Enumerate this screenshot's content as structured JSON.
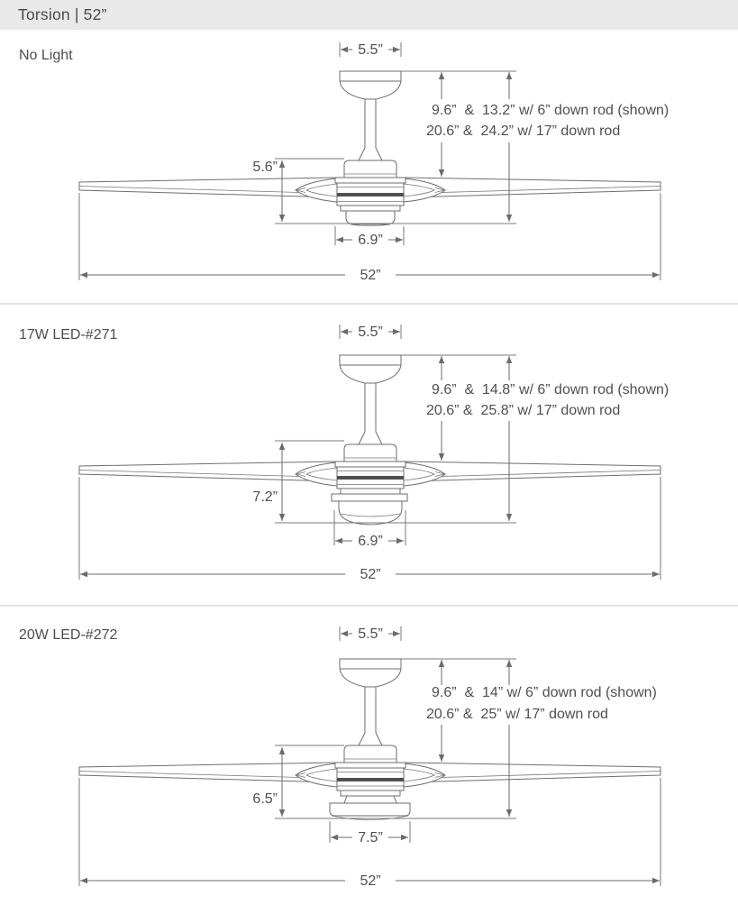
{
  "header": {
    "title": "Torsion | 52”"
  },
  "colors": {
    "header_bg": "#e9e9e9",
    "separator": "#e3e3e3",
    "line": "#6e6e6e",
    "text": "#4f4f4f",
    "background": "#ffffff"
  },
  "sections": [
    {
      "label": "No Light",
      "canopy_width": "5.5”",
      "note_line1": "9.6”  &  13.2” w/ 6” down rod (shown)",
      "note_line2": "20.6” &  24.2” w/ 17” down rod",
      "assembly_height": "5.6”",
      "hub_width": "6.9”",
      "blade_span": "52”"
    },
    {
      "label": "17W LED-#271",
      "canopy_width": "5.5”",
      "note_line1": "9.6”  &  14.8” w/ 6” down rod (shown)",
      "note_line2": "20.6” &  25.8” w/ 17” down rod",
      "assembly_height": "7.2”",
      "hub_width": "6.9”",
      "blade_span": "52”"
    },
    {
      "label": "20W LED-#272",
      "canopy_width": "5.5”",
      "note_line1": "9.6”  &  14” w/ 6” down rod (shown)",
      "note_line2": "20.6” &  25” w/ 17” down rod",
      "assembly_height": "6.5”",
      "hub_width": "7.5”",
      "blade_span": "52”"
    }
  ]
}
